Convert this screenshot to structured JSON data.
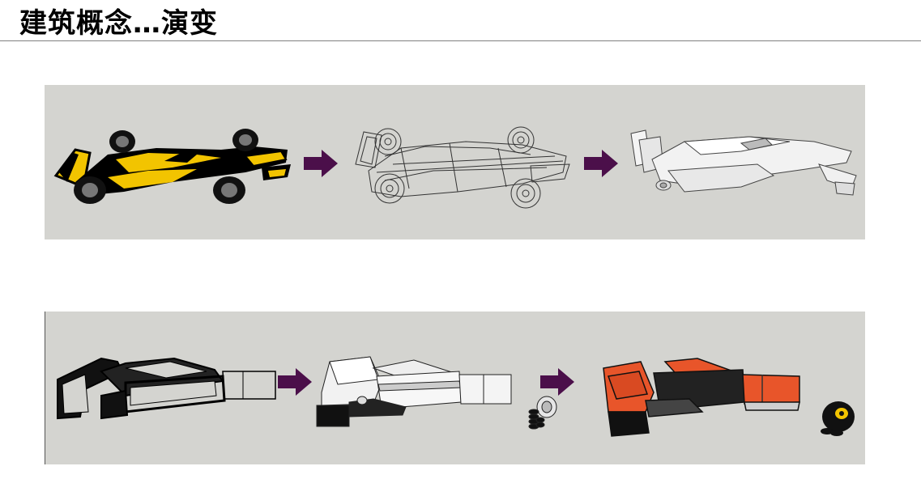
{
  "title": "建筑概念…演变",
  "colors": {
    "panel": "#d4d4d0",
    "arrow": "#4b0f4a",
    "car_yellow": "#f2c400",
    "block_orange": "#e8552a",
    "ink": "#000000"
  },
  "rows": [
    {
      "name": "car-evolution",
      "stages": [
        "yellow-race-car-render",
        "wireframe-race-car",
        "white-race-car-model"
      ],
      "arrows": 2
    },
    {
      "name": "massing-evolution",
      "stages": [
        "black-outline-massing",
        "white-massing-model",
        "orange-massing-model"
      ],
      "accessories": [
        "wheel-stack-model",
        "black-wheel-model"
      ],
      "arrows": 2
    }
  ]
}
